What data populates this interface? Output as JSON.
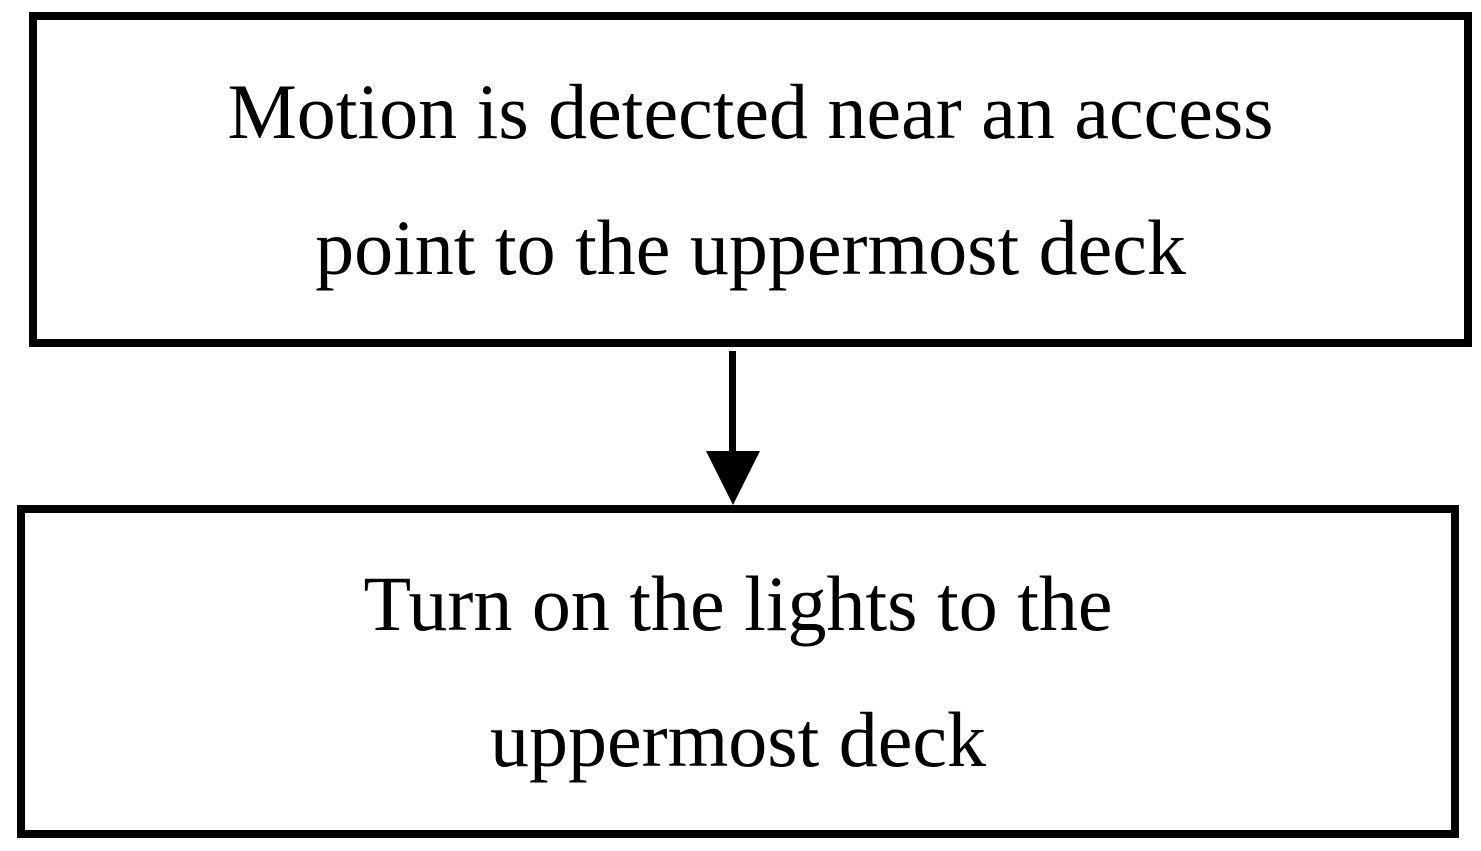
{
  "diagram": {
    "type": "flowchart",
    "direction": "top-down",
    "nodes": [
      {
        "id": "motion-detected",
        "text": "Motion is detected near an access point to the uppermost deck",
        "lines": [
          "Motion is detected near an access",
          "point to the uppermost deck"
        ]
      },
      {
        "id": "turn-on-lights",
        "text": "Turn on the lights to the uppermost deck",
        "lines": [
          "Turn on the lights to the",
          "uppermost deck"
        ]
      }
    ],
    "edges": [
      {
        "from": "motion-detected",
        "to": "turn-on-lights",
        "style": "solid-arrow-down"
      }
    ]
  },
  "colors": {
    "background": "#ffffff",
    "box_border": "#000000",
    "text": "#000000",
    "arrow": "#000000"
  }
}
